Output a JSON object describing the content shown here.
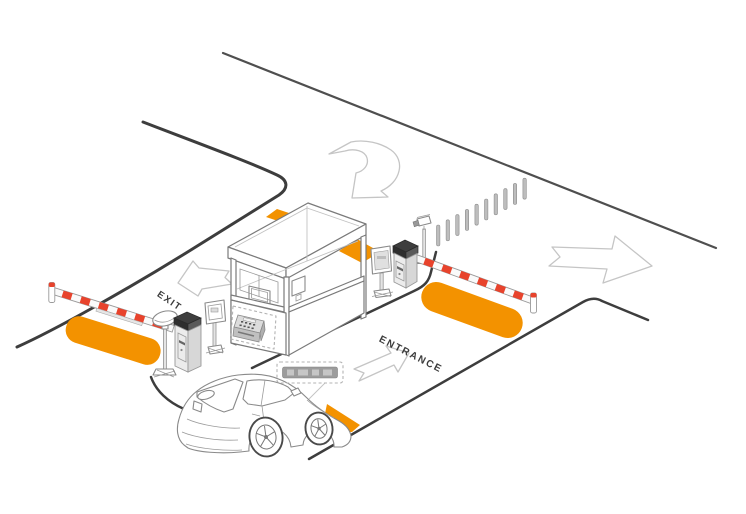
{
  "labels": {
    "exit": "EXIT",
    "entrance": "ENTRANCE"
  },
  "colors": {
    "orange": "#F39200",
    "barrier_red": "#E8432C",
    "curb_dark": "#3D3D3D",
    "curb_light": "#4F4F4F",
    "arrow_outline": "#C5C5C5",
    "sketch_gray": "#8A8A8A",
    "kiosk_dark": "#3E3E3E",
    "background": "#FFFFFF"
  },
  "icons": {
    "road_turn_arrow": "curved-arrow-down-left",
    "road_straight_arrow": "block-arrow-right",
    "exit_lane_arrow": "block-arrow-down-left",
    "entrance_lane_arrow": "block-arrow-up-right",
    "entrance_camera": "cctv-camera",
    "exit_camera": "dome-camera"
  },
  "scene": {
    "objects": [
      "main-road",
      "exit-lane",
      "entrance-lane",
      "guard-booth",
      "booth-monitor",
      "booth-controller-callout",
      "exit-barrier-gate",
      "entrance-barrier-gate",
      "exit-ground-loop",
      "entrance-ground-loop",
      "road-marker-exit",
      "road-marker-entrance",
      "exit-ticket-kiosk",
      "entrance-ticket-kiosk",
      "card-reader-sign",
      "led-display-sign",
      "exit-camera",
      "entrance-camera",
      "bollard-row",
      "car",
      "vehicle-tag-callout",
      "vehicle-ground-loop"
    ]
  }
}
